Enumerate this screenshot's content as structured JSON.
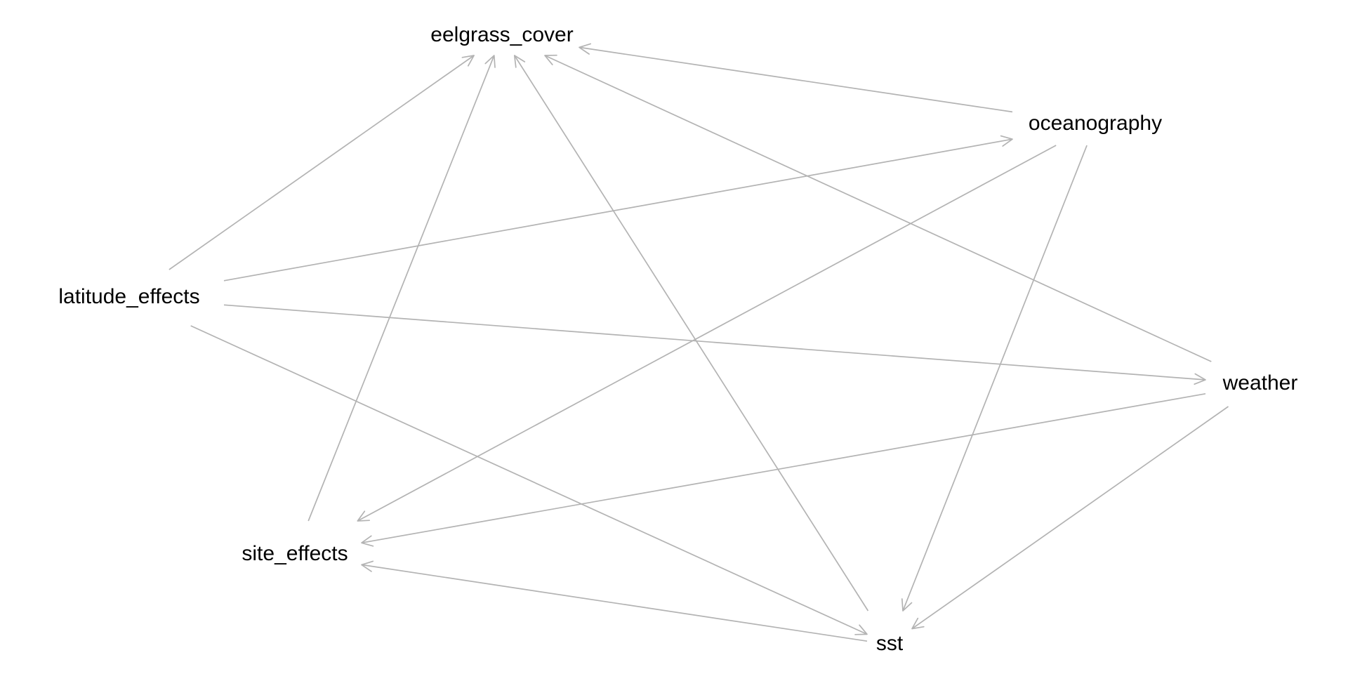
{
  "diagram": {
    "type": "directed-acyclic-graph",
    "edge_color": "#b3b3b3",
    "label_color": "#000000",
    "nodes": [
      {
        "id": "eelgrass_cover",
        "label": "eelgrass_cover"
      },
      {
        "id": "oceanography",
        "label": "oceanography"
      },
      {
        "id": "latitude_effects",
        "label": "latitude_effects"
      },
      {
        "id": "weather",
        "label": "weather"
      },
      {
        "id": "site_effects",
        "label": "site_effects"
      },
      {
        "id": "sst",
        "label": "sst"
      }
    ],
    "edges": [
      {
        "from": "latitude_effects",
        "to": "eelgrass_cover"
      },
      {
        "from": "site_effects",
        "to": "eelgrass_cover"
      },
      {
        "from": "sst",
        "to": "eelgrass_cover"
      },
      {
        "from": "weather",
        "to": "eelgrass_cover"
      },
      {
        "from": "oceanography",
        "to": "eelgrass_cover"
      },
      {
        "from": "latitude_effects",
        "to": "oceanography"
      },
      {
        "from": "latitude_effects",
        "to": "weather"
      },
      {
        "from": "latitude_effects",
        "to": "sst"
      },
      {
        "from": "oceanography",
        "to": "site_effects"
      },
      {
        "from": "oceanography",
        "to": "sst"
      },
      {
        "from": "weather",
        "to": "site_effects"
      },
      {
        "from": "weather",
        "to": "sst"
      },
      {
        "from": "sst",
        "to": "site_effects"
      }
    ]
  }
}
